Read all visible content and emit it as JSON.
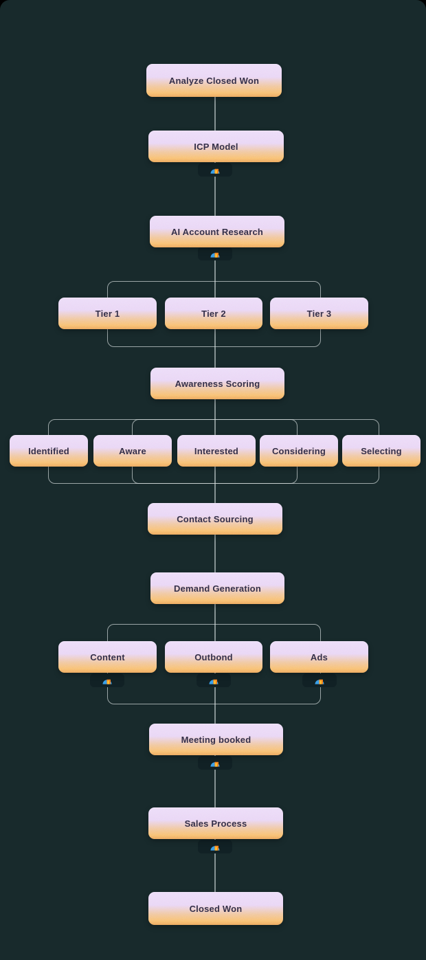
{
  "theme": {
    "background": "#182a2c",
    "node_gradient_top": "#ecdcf8",
    "node_gradient_bottom": "#eca75c",
    "node_text": "#35304a",
    "connector": "#b2bcbc",
    "group_outline": "#dae2e2",
    "badge_background": "#112125",
    "icon_blue": "#3aa0e8",
    "icon_orange": "#f5831f",
    "icon_yellow": "#fdc232"
  },
  "flow": {
    "nodes": [
      {
        "label": "Analyze Closed Won"
      },
      {
        "label": "ICP Model",
        "badge_icon": "rainbow-arch-icon"
      },
      {
        "label": "AI Account Research",
        "badge_icon": "rainbow-arch-icon"
      },
      {
        "label": "Awareness Scoring"
      },
      {
        "label": "Contact Sourcing"
      },
      {
        "label": "Demand Generation"
      },
      {
        "label": "Meeting booked",
        "badge_icon": "rainbow-arch-icon"
      },
      {
        "label": "Sales Process",
        "badge_icon": "rainbow-arch-icon"
      },
      {
        "label": "Closed Won"
      }
    ],
    "tier_group": {
      "items": [
        {
          "label": "Tier 1"
        },
        {
          "label": "Tier 2"
        },
        {
          "label": "Tier 3"
        }
      ]
    },
    "awareness_stages": {
      "items": [
        {
          "label": "Identified"
        },
        {
          "label": "Aware"
        },
        {
          "label": "Interested"
        },
        {
          "label": "Considering"
        },
        {
          "label": "Selecting"
        }
      ]
    },
    "channels": {
      "items": [
        {
          "label": "Content",
          "badge_icon": "rainbow-arch-icon"
        },
        {
          "label": "Outbond",
          "badge_icon": "rainbow-arch-icon"
        },
        {
          "label": "Ads",
          "badge_icon": "rainbow-arch-icon"
        }
      ]
    }
  }
}
